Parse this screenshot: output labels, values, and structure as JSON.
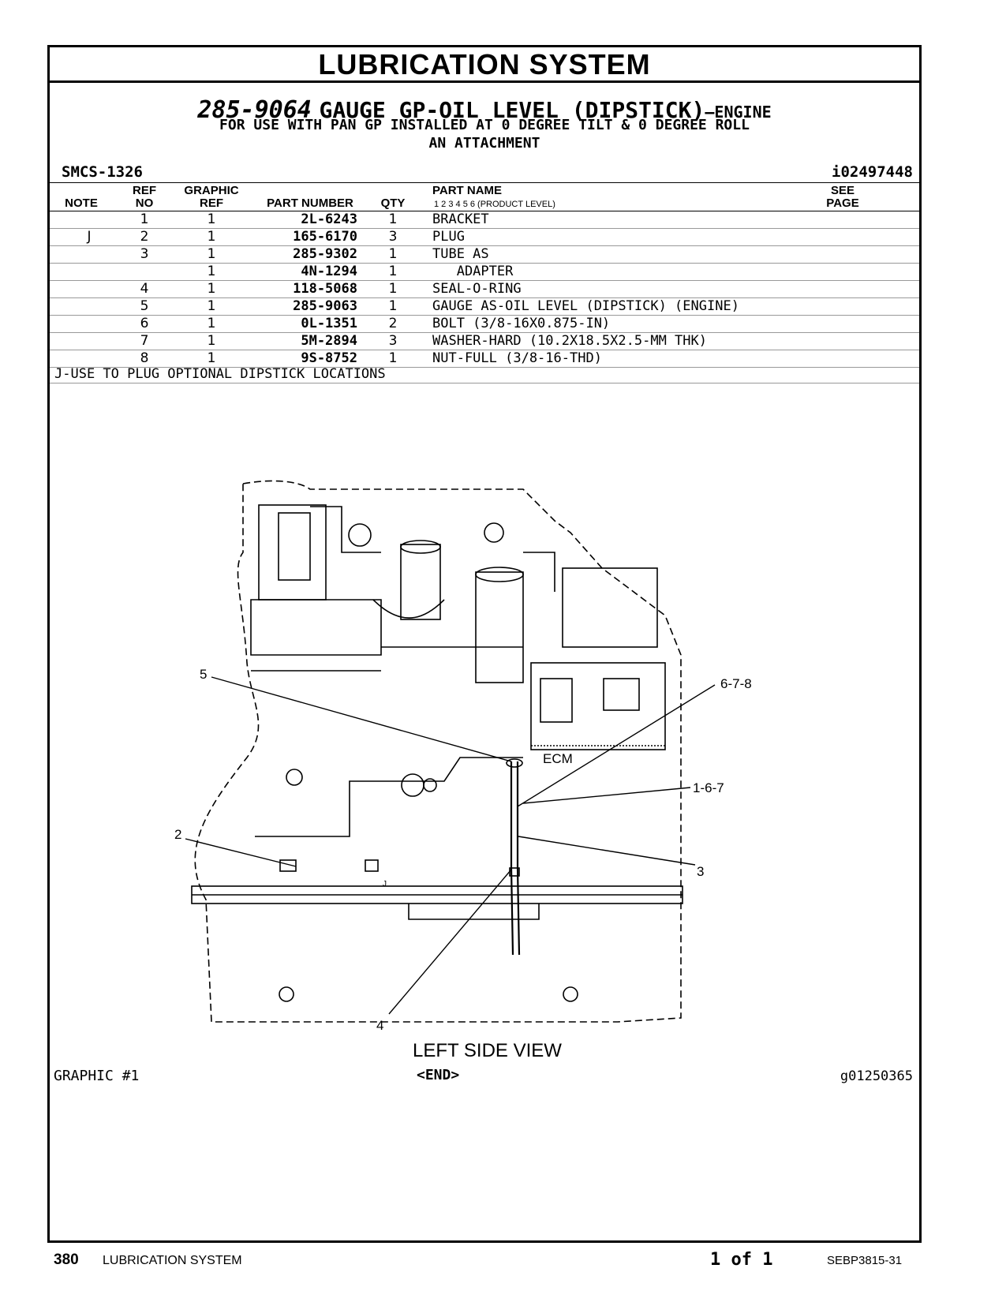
{
  "header": {
    "section_title": "LUBRICATION SYSTEM",
    "part_number": "285-9064",
    "part_name": "GAUGE GP-OIL LEVEL (DIPSTICK)",
    "suffix": "—ENGINE",
    "line1": "FOR USE WITH PAN GP INSTALLED AT 0 DEGREE TILT & 0 DEGREE ROLL",
    "line2": "AN ATTACHMENT",
    "smcs": "SMCS-1326",
    "doc_id": "i02497448"
  },
  "table": {
    "headers": {
      "note": "NOTE",
      "ref_no": "REF\nNO",
      "ref_line1": "REF",
      "ref_line2": "NO",
      "graphic_line1": "GRAPHIC",
      "graphic_line2": "REF",
      "part_number": "PART NUMBER",
      "qty": "QTY",
      "part_name": "PART NAME",
      "product_levels": "1   2   3   4   5   6   (PRODUCT LEVEL)",
      "see_line1": "SEE",
      "see_line2": "PAGE"
    },
    "rows": [
      {
        "note": "",
        "ref": "1",
        "gref": "1",
        "pn": "2L-6243",
        "qty": "1",
        "name": "BRACKET"
      },
      {
        "note": "J",
        "ref": "2",
        "gref": "1",
        "pn": "165-6170",
        "qty": "3",
        "name": "PLUG"
      },
      {
        "note": "",
        "ref": "3",
        "gref": "1",
        "pn": "285-9302",
        "qty": "1",
        "name": "TUBE AS"
      },
      {
        "note": "",
        "ref": "",
        "gref": "1",
        "pn": "4N-1294",
        "qty": "1",
        "name": "   ADAPTER"
      },
      {
        "note": "",
        "ref": "4",
        "gref": "1",
        "pn": "118-5068",
        "qty": "1",
        "name": "SEAL-O-RING"
      },
      {
        "note": "",
        "ref": "5",
        "gref": "1",
        "pn": "285-9063",
        "qty": "1",
        "name": "GAUGE AS-OIL LEVEL (DIPSTICK) (ENGINE)"
      },
      {
        "note": "",
        "ref": "6",
        "gref": "1",
        "pn": "0L-1351",
        "qty": "2",
        "name": "BOLT (3/8-16X0.875-IN)"
      },
      {
        "note": "",
        "ref": "7",
        "gref": "1",
        "pn": "5M-2894",
        "qty": "3",
        "name": "WASHER-HARD (10.2X18.5X2.5-MM THK)"
      },
      {
        "note": "",
        "ref": "8",
        "gref": "1",
        "pn": "9S-8752",
        "qty": "1",
        "name": "NUT-FULL (3/8-16-THD)"
      }
    ],
    "footnote": "J-USE TO PLUG OPTIONAL DIPSTICK LOCATIONS"
  },
  "illustration": {
    "callouts": {
      "c5": "5",
      "c678": "6-7-8",
      "cecm": "ECM",
      "c167": "1-6-7",
      "c2": "2",
      "c3": "3",
      "c4": "4",
      "cj": "J"
    },
    "view_label": "LEFT SIDE VIEW",
    "graphic_label": "GRAPHIC #1",
    "end_mark": "<END>",
    "graphic_id": "g01250365"
  },
  "footer": {
    "page_number": "380",
    "section": "LUBRICATION SYSTEM",
    "pages": "1 of 1",
    "doc_number": "SEBP3815-31"
  }
}
